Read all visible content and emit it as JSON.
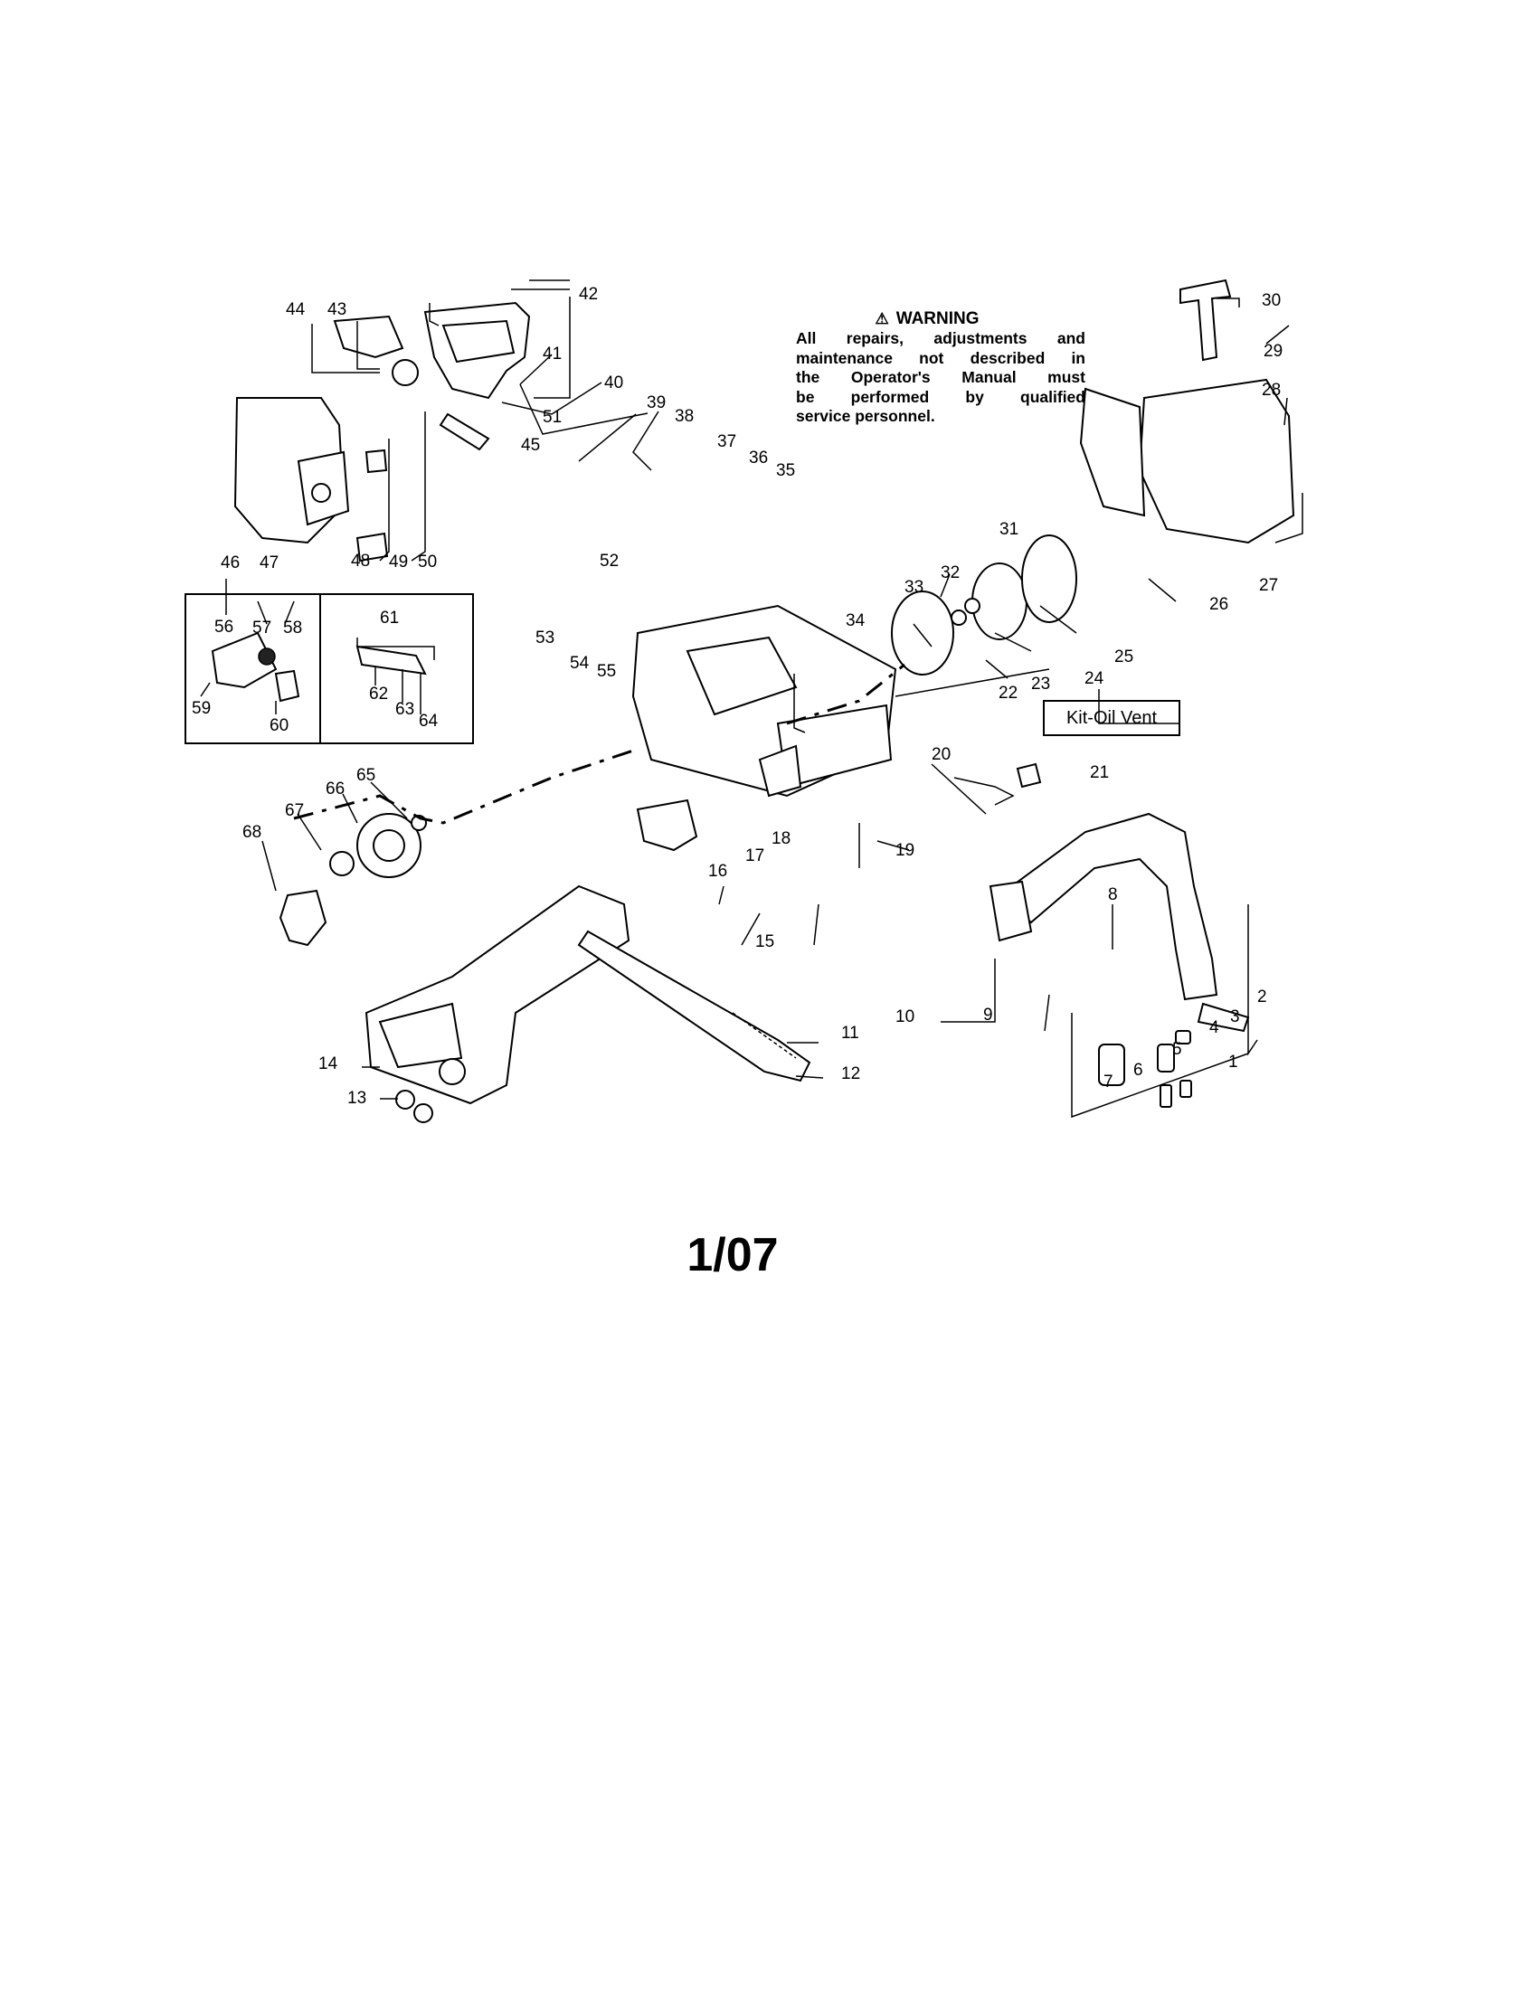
{
  "warning": {
    "title": "WARNING",
    "icon": "warning-triangle-icon",
    "lines": [
      "All repairs, adjustments and",
      "maintenance not described in",
      "the Operator's Manual must",
      "be performed by qualified",
      "service personnel."
    ]
  },
  "kit_label": "Kit-Oil Vent",
  "page_number": "1/07",
  "callouts": [
    "1",
    "2",
    "3",
    "4",
    "5",
    "6",
    "7",
    "8",
    "9",
    "10",
    "11",
    "12",
    "13",
    "14",
    "15",
    "16",
    "17",
    "18",
    "19",
    "20",
    "21",
    "22",
    "23",
    "24",
    "25",
    "26",
    "27",
    "28",
    "29",
    "30",
    "31",
    "32",
    "33",
    "34",
    "35",
    "36",
    "37",
    "38",
    "39",
    "40",
    "41",
    "42",
    "43",
    "44",
    "45",
    "46",
    "47",
    "48",
    "49",
    "50",
    "51",
    "52",
    "53",
    "54",
    "55",
    "56",
    "57",
    "58",
    "59",
    "60",
    "61",
    "62",
    "63",
    "64",
    "65",
    "66",
    "67",
    "68"
  ]
}
